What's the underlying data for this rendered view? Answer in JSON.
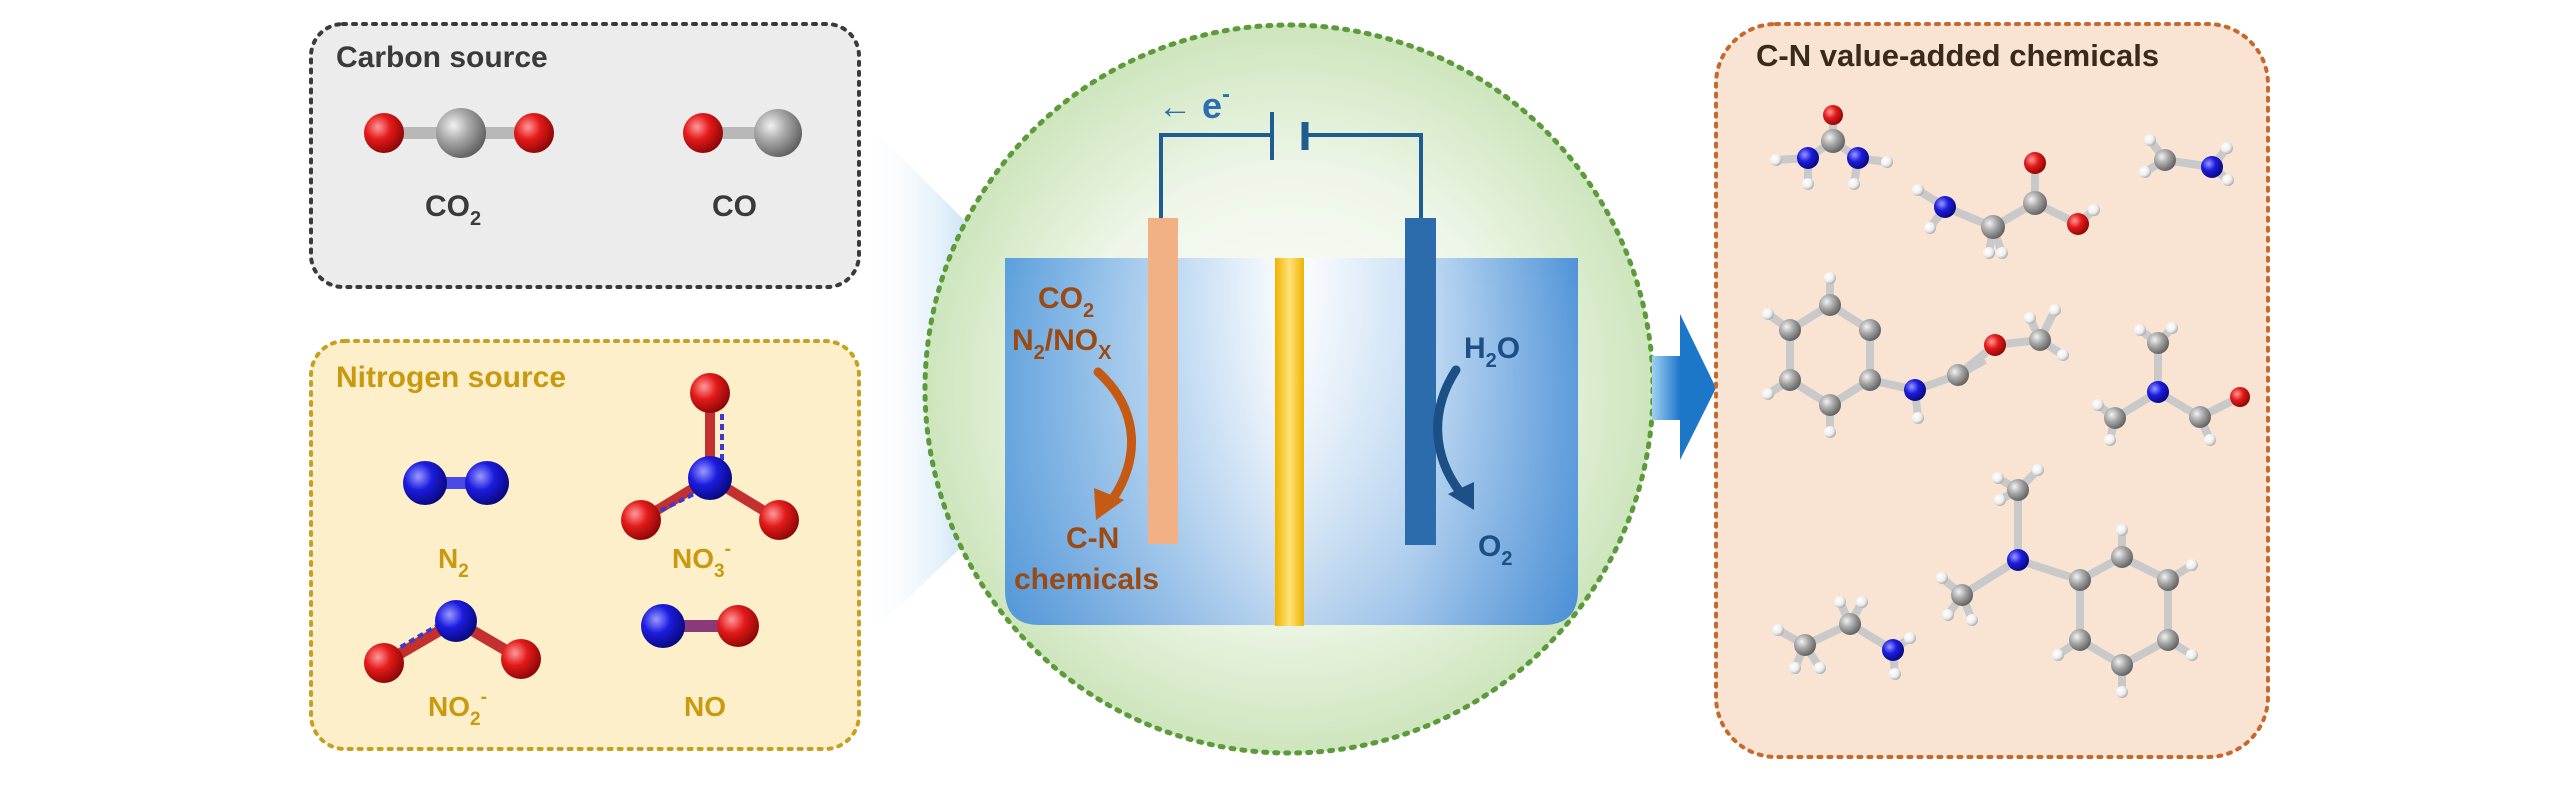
{
  "carbon_panel": {
    "title": "Carbon source",
    "molecules": [
      {
        "name": "CO2",
        "label_main": "CO",
        "label_sub": "2"
      },
      {
        "name": "CO",
        "label_main": "CO",
        "label_sub": ""
      }
    ]
  },
  "nitrogen_panel": {
    "title": "Nitrogen source",
    "molecules": [
      {
        "name": "N2",
        "label_main": "N",
        "label_sub": "2",
        "label_sup": ""
      },
      {
        "name": "NO3-",
        "label_main": "NO",
        "label_sub": "3",
        "label_sup": "-"
      },
      {
        "name": "NO2-",
        "label_main": "NO",
        "label_sub": "2",
        "label_sup": "-"
      },
      {
        "name": "NO",
        "label_main": "NO",
        "label_sub": "",
        "label_sup": ""
      }
    ]
  },
  "cell": {
    "electron_arrow": "←",
    "electron_label": "e",
    "electron_charge": "-",
    "cathode_inputs_line1_main": "CO",
    "cathode_inputs_line1_sub": "2",
    "cathode_inputs_line2_a": "N",
    "cathode_inputs_line2_a_sub": "2",
    "cathode_inputs_line2_b": "/NO",
    "cathode_inputs_line2_b_sub": "X",
    "cathode_output_line1": "C-N",
    "cathode_output_line2": "chemicals",
    "anode_input_main": "H",
    "anode_input_sub": "2",
    "anode_input_end": "O",
    "anode_output_main": "O",
    "anode_output_sub": "2"
  },
  "products_panel": {
    "title": "C-N value-added chemicals"
  },
  "colors": {
    "carbon_atom": "#9a9a9a",
    "oxygen_atom": "#e0141e",
    "nitrogen_atom": "#1a1ad8",
    "hydrogen_atom": "#f4f4f4",
    "carbon_panel_bg": "#ececec",
    "nitrogen_panel_bg": "#fcefc9",
    "nitrogen_text": "#c99a10",
    "products_panel_bg": "#f9e3d3",
    "products_border": "#c8692a",
    "cathode_text": "#9a4a12",
    "anode_text": "#1b4f86",
    "circle_bg": "#d6ebc6",
    "circle_border": "#5c9a3a"
  }
}
